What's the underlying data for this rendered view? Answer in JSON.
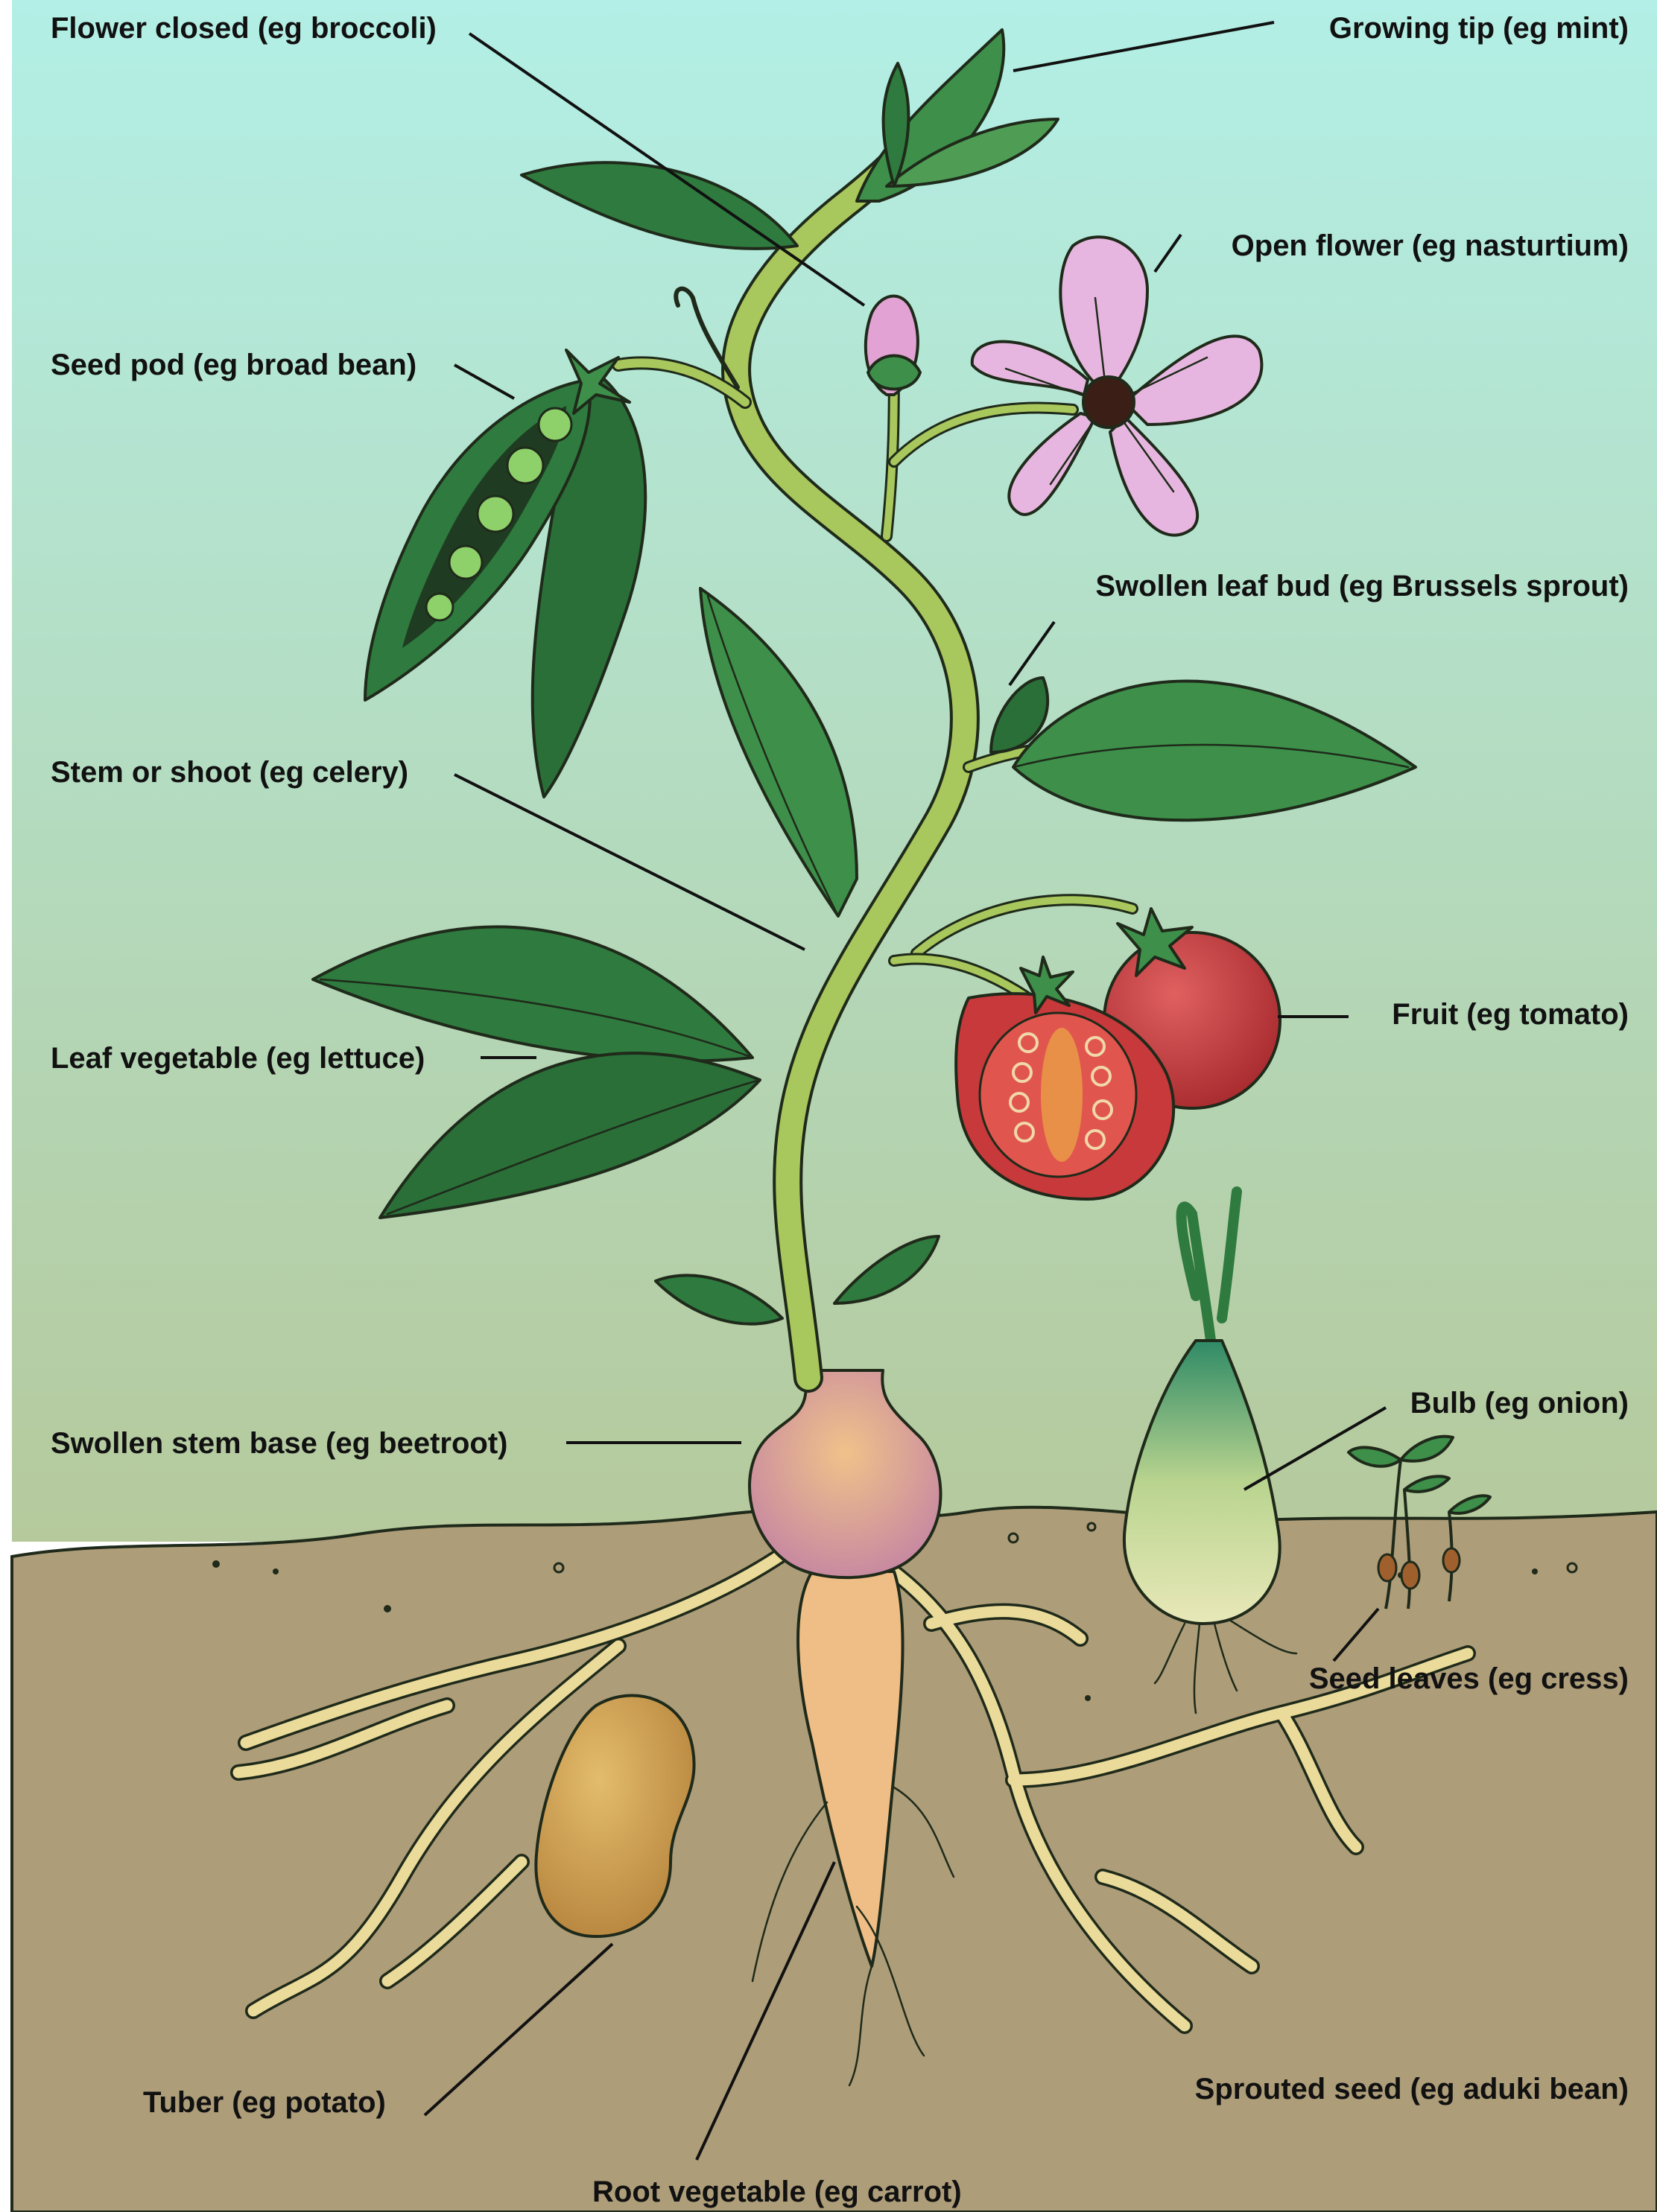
{
  "labels": {
    "flower_closed": "Flower closed (eg broccoli)",
    "growing_tip": "Growing tip (eg mint)",
    "open_flower": "Open flower (eg nasturtium)",
    "seed_pod": "Seed pod (eg broad bean)",
    "swollen_leaf_bud": "Swollen leaf bud (eg Brussels sprout)",
    "stem_or_shoot": "Stem or shoot (eg celery)",
    "fruit": "Fruit (eg tomato)",
    "leaf_vegetable": "Leaf vegetable (eg lettuce)",
    "bulb": "Bulb (eg onion)",
    "swollen_stem_base": "Swollen stem base (eg beetroot)",
    "seed_leaves": "Seed leaves (eg cress)",
    "sprouted_seed": "Sprouted seed (eg aduki bean)",
    "tuber": "Tuber (eg potato)",
    "root_vegetable": "Root vegetable (eg carrot)"
  },
  "colors": {
    "sky_top": "#b3efe6",
    "sky_bottom": "#b4c89a",
    "soil": "#ad9d79",
    "stem": "#a6c55a",
    "leaf_dark": "#2f7a3e",
    "leaf_light": "#5aa35c",
    "flower_petal": "#e7b6e0",
    "flower_center": "#3b1f16",
    "tomato": "#c83a3a",
    "root": "#eadb9a",
    "potato": "#cfa356",
    "carrot": "#f0b57a",
    "beetroot": "#cf8fa2",
    "onion": "#d9e3a6"
  },
  "icons": [
    "plant-illustration",
    "flower-icon",
    "tomato-icon",
    "onion-icon",
    "potato-icon",
    "pea-pod-icon"
  ]
}
